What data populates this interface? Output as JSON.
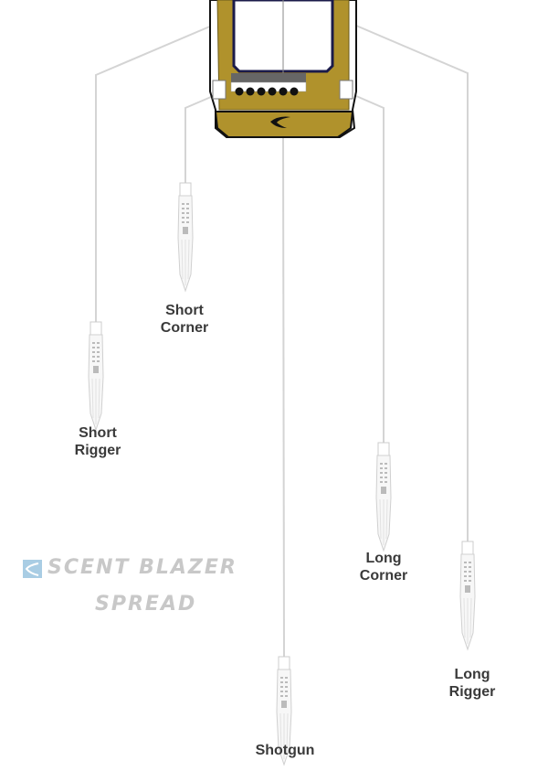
{
  "title": {
    "line1": "SCENT BLAZER",
    "line2": "SPREAD"
  },
  "positions": [
    {
      "id": "short-rigger",
      "line1": "Short",
      "line2": "Rigger"
    },
    {
      "id": "short-corner",
      "line1": "Short",
      "line2": "Corner"
    },
    {
      "id": "shotgun",
      "line1": "Shotgun",
      "line2": ""
    },
    {
      "id": "long-corner",
      "line1": "Long",
      "line2": "Corner"
    },
    {
      "id": "long-rigger",
      "line1": "Long",
      "line2": "Rigger"
    }
  ],
  "colors": {
    "deck": "#b0922c",
    "line": "#d4d4d4",
    "logo": "#c8c8c8",
    "logo_badge": "#a9cde4"
  }
}
